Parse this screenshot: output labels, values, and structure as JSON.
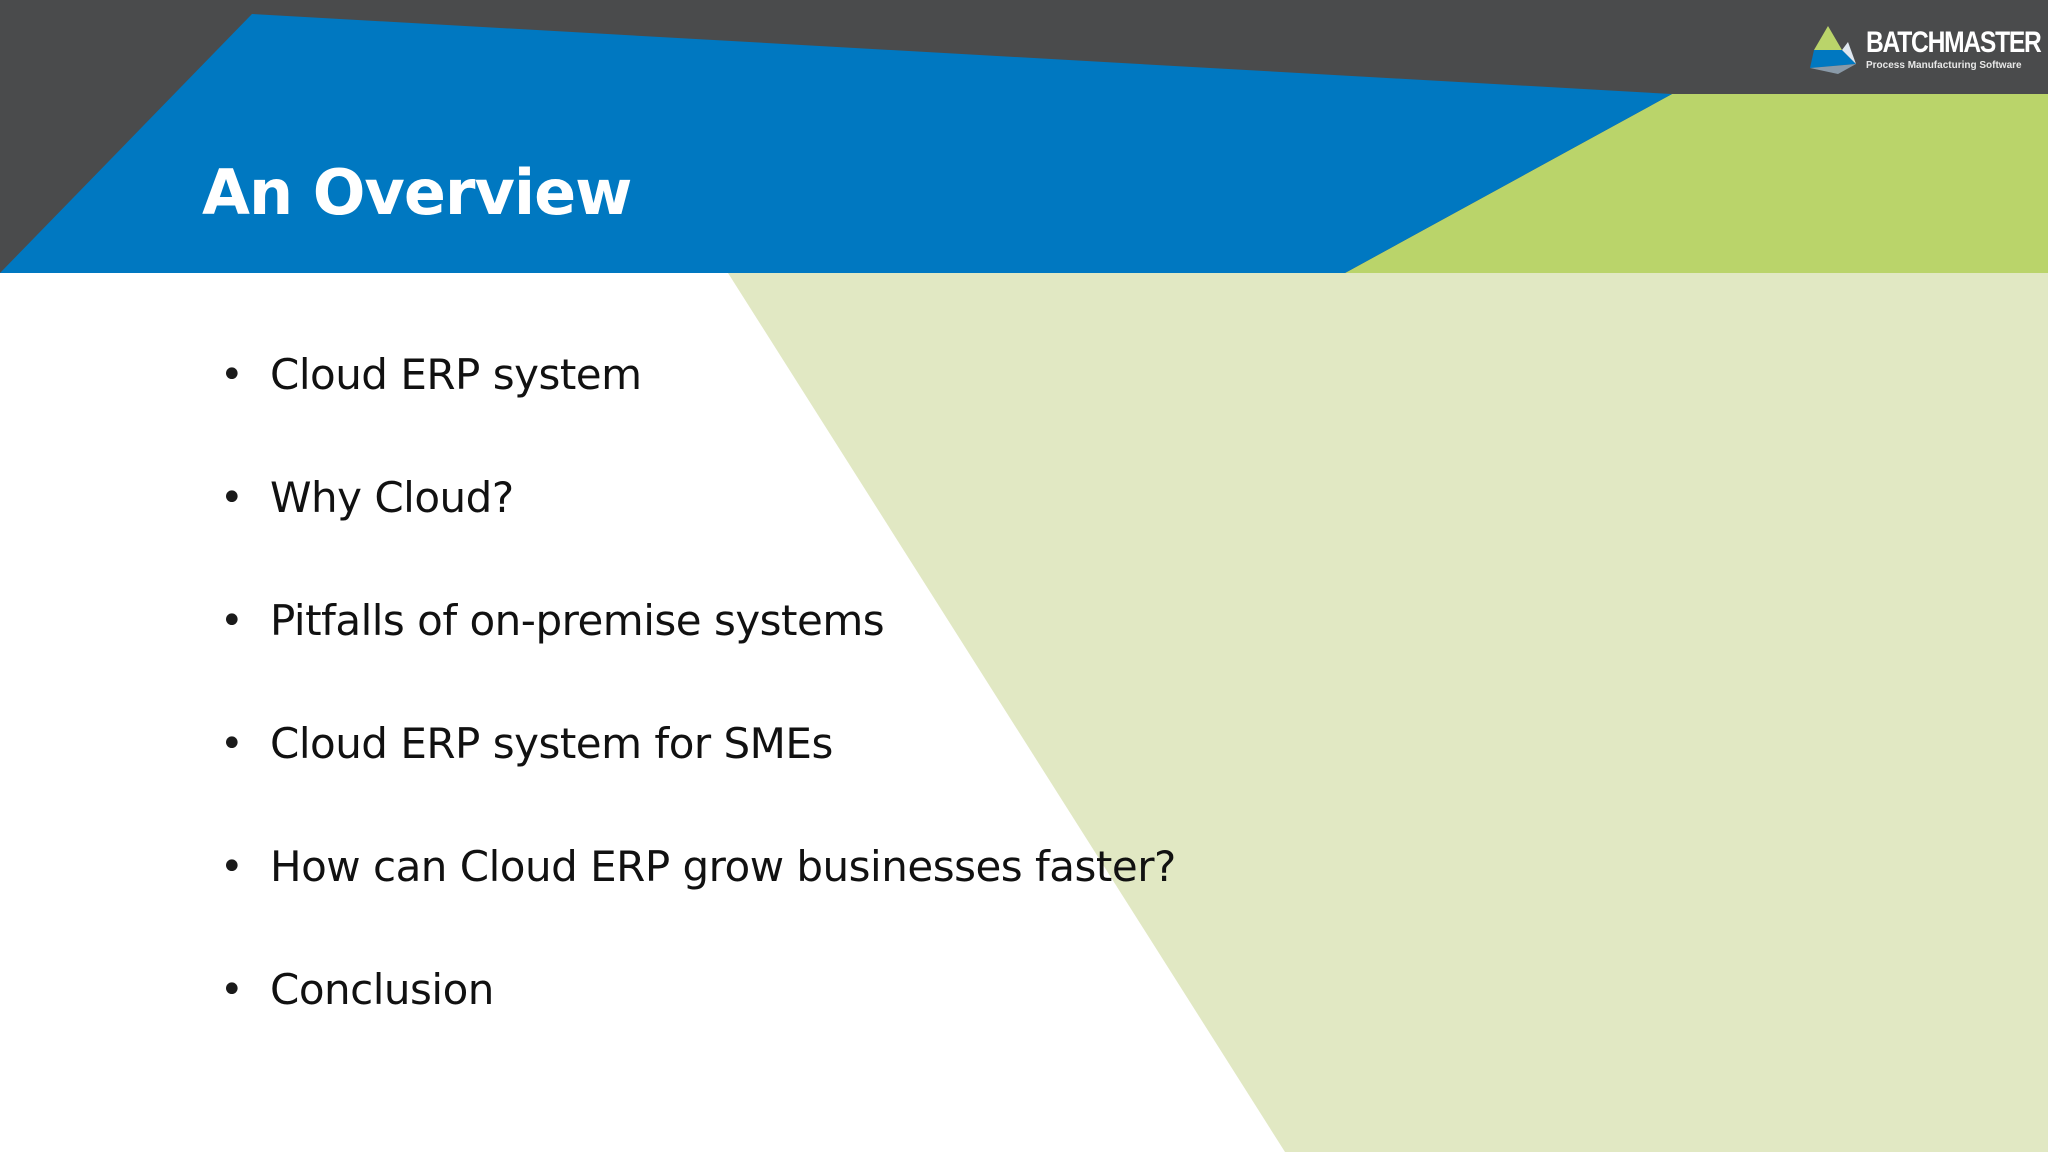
{
  "slide": {
    "title": "An Overview",
    "bullets": [
      "Cloud ERP system",
      "Why Cloud?",
      "Pitfalls of on-premise systems",
      "Cloud ERP system for SMEs",
      "How can Cloud ERP grow businesses faster?",
      "Conclusion"
    ]
  },
  "logo": {
    "wordmark": "BATCHMASTER",
    "tagline": "Process Manufacturing Software"
  },
  "colors": {
    "dark_band": "#4a4b4c",
    "blue_band": "#0078c1",
    "green_band": "#bad46a",
    "light_green_panel": "#e1e8c3",
    "background": "#ffffff",
    "bullet_text": "#111111"
  }
}
